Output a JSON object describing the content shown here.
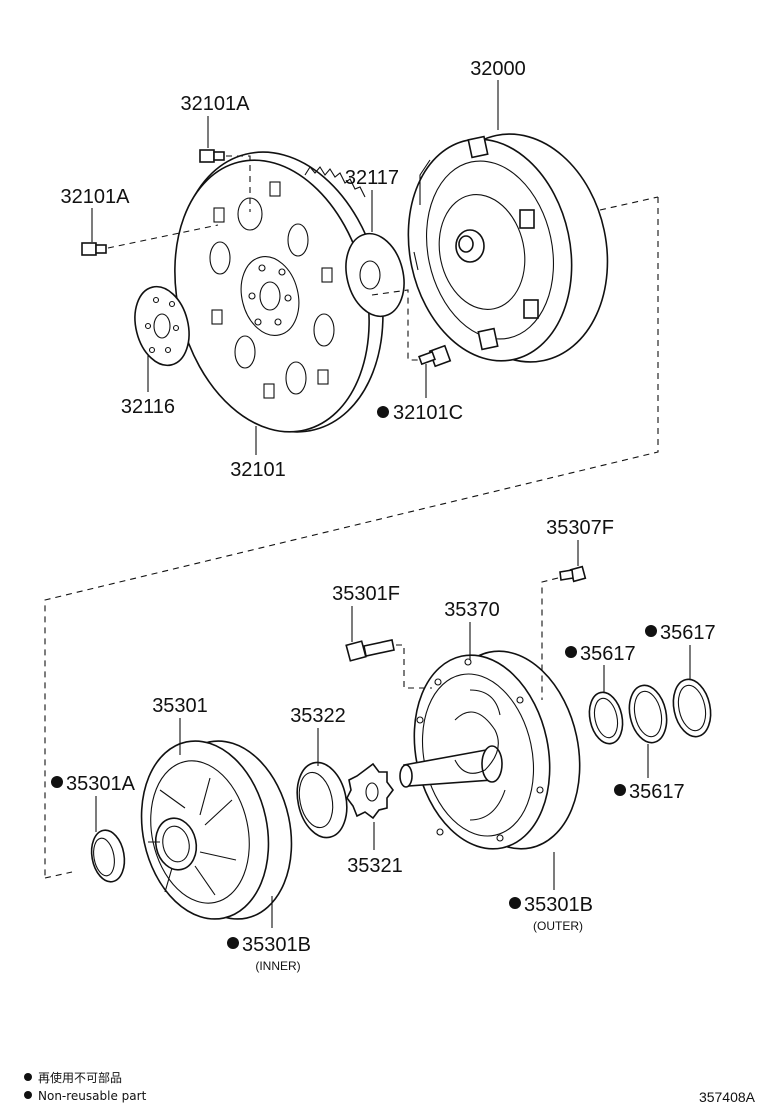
{
  "diagram": {
    "labels": {
      "p32000": "32000",
      "p32101A_top": "32101A",
      "p32101A_left": "32101A",
      "p32117": "32117",
      "p32116": "32116",
      "p32101C": "32101C",
      "p32101": "32101",
      "p35307F": "35307F",
      "p35301F": "35301F",
      "p35370": "35370",
      "p35617_a": "35617",
      "p35617_b": "35617",
      "p35617_c": "35617",
      "p35301": "35301",
      "p35322": "35322",
      "p35301A": "35301A",
      "p35321": "35321",
      "p35301B_outer": "35301B",
      "p35301B_inner": "35301B"
    },
    "sublabels": {
      "outer": "(OUTER)",
      "inner": "(INNER)"
    },
    "legend": {
      "line1": "再使用不可部品",
      "line2": "Non-reusable part"
    },
    "reference": "357408A"
  }
}
